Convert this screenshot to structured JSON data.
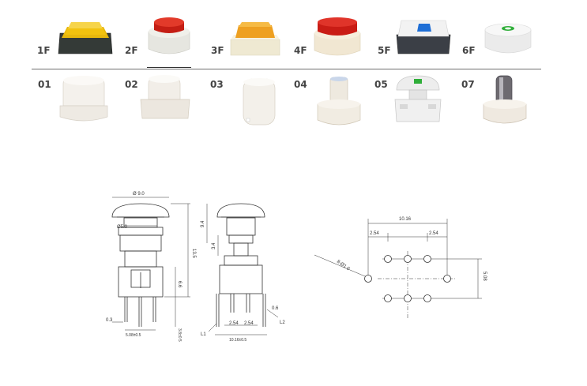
{
  "caps_row": [
    {
      "label": "1F",
      "cap_color": "#f2c20f",
      "base_color": "#3a3f3b",
      "shape": "square"
    },
    {
      "label": "2F",
      "cap_color": "#d82a1c",
      "base_color": "#e9e9e4",
      "shape": "round"
    },
    {
      "label": "3F",
      "cap_color": "#f2a52a",
      "base_color": "#efe9d2",
      "shape": "square"
    },
    {
      "label": "4F",
      "cap_color": "#d8211c",
      "base_color": "#f3ead8",
      "shape": "round"
    },
    {
      "label": "5F",
      "cap_color": "#1f6fd6",
      "base_color": "#3e4148",
      "shape": "square"
    },
    {
      "label": "6F",
      "cap_color": "#2fae39",
      "base_color": "#ededed",
      "shape": "round"
    }
  ],
  "actuators_row": [
    {
      "label": "01"
    },
    {
      "label": "02"
    },
    {
      "label": "03"
    },
    {
      "label": "04"
    },
    {
      "label": "05"
    },
    {
      "label": "07"
    }
  ],
  "drawing": {
    "front": {
      "dia_head": "Ø 9.0",
      "dia_stem": "Ø5.0",
      "height_total": "13.5",
      "height_lower": "6.6",
      "pin_width": "0.3",
      "pin_pitch": "5.08±0.5",
      "pin_len": "3.8±0.5"
    },
    "side": {
      "dim_94": "9.4",
      "dim_34": "3.4",
      "pitch_a": "2.54",
      "pitch_b": "2.54",
      "dim_06": "0.6",
      "width": "10.16±0.5",
      "l1": "L1",
      "l2": "L2"
    },
    "pcb": {
      "width": "10.16",
      "left_pitch": "2.54",
      "right_pitch": "2.54",
      "hole": "8-Ø1.0",
      "height": "5.08"
    }
  }
}
